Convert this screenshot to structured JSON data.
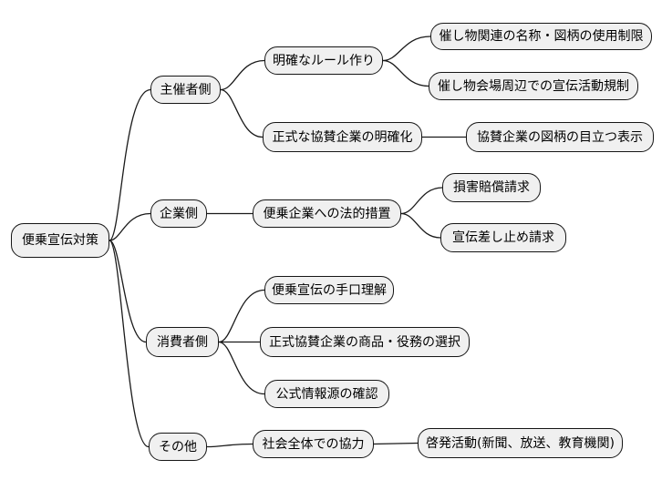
{
  "colors": {
    "background": "#ffffff",
    "node_fill": "#f0f0f0",
    "node_border": "#161616",
    "edge": "#1a1a1a",
    "text": "#000000"
  },
  "mindmap": {
    "root": {
      "label": "便乗宣伝対策"
    },
    "branches": [
      {
        "label": "主催者側",
        "children": [
          {
            "label": "明確なルール作り",
            "children": [
              {
                "label": "催し物関連の名称・図柄の使用制限"
              },
              {
                "label": "催し物会場周辺での宣伝活動規制"
              }
            ]
          },
          {
            "label": "正式な協賛企業の明確化",
            "children": [
              {
                "label": "協賛企業の図柄の目立つ表示"
              }
            ]
          }
        ]
      },
      {
        "label": "企業側",
        "children": [
          {
            "label": "便乗企業への法的措置",
            "children": [
              {
                "label": "損害賠償請求"
              },
              {
                "label": "宣伝差し止め請求"
              }
            ]
          }
        ]
      },
      {
        "label": "消費者側",
        "children": [
          {
            "label": "便乗宣伝の手口理解"
          },
          {
            "label": "正式協賛企業の商品・役務の選択"
          },
          {
            "label": "公式情報源の確認"
          }
        ]
      },
      {
        "label": "その他",
        "children": [
          {
            "label": "社会全体での協力",
            "children": [
              {
                "label": "啓発活動(新聞、放送、教育機関)"
              }
            ]
          }
        ]
      }
    ]
  }
}
